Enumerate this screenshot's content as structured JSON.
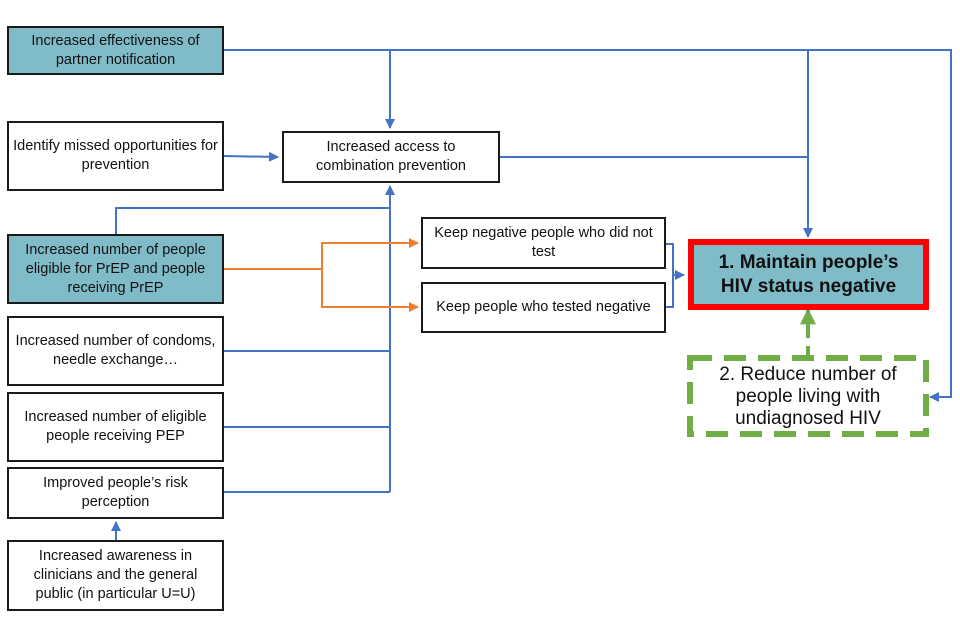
{
  "diagram": {
    "nodes": {
      "partner_notification": "Increased effectiveness of partner notification",
      "missed_opportunities": "Identify missed opportunities for prevention",
      "combination_prevention": "Increased access to combination prevention",
      "prep": "Increased number of people eligible for PrEP and people receiving PrEP",
      "condoms": "Increased number of condoms, needle exchange…",
      "pep": "Increased number of eligible people receiving PEP",
      "risk_perception": "Improved people’s risk perception",
      "awareness": "Increased awareness in clinicians and the general public (in particular U=U)",
      "keep_untested": "Keep negative people who did not test",
      "keep_tested": "Keep people who tested negative",
      "goal1": "1. Maintain people’s HIV status negative",
      "goal2": "2. Reduce number of people living with undiagnosed HIV"
    },
    "colors": {
      "highlight_fill": "#7fbcc8",
      "connector_blue": "#4472c4",
      "connector_orange": "#ed7d31",
      "goal1_border": "#ff0000",
      "goal2_border": "#70ad47"
    }
  }
}
